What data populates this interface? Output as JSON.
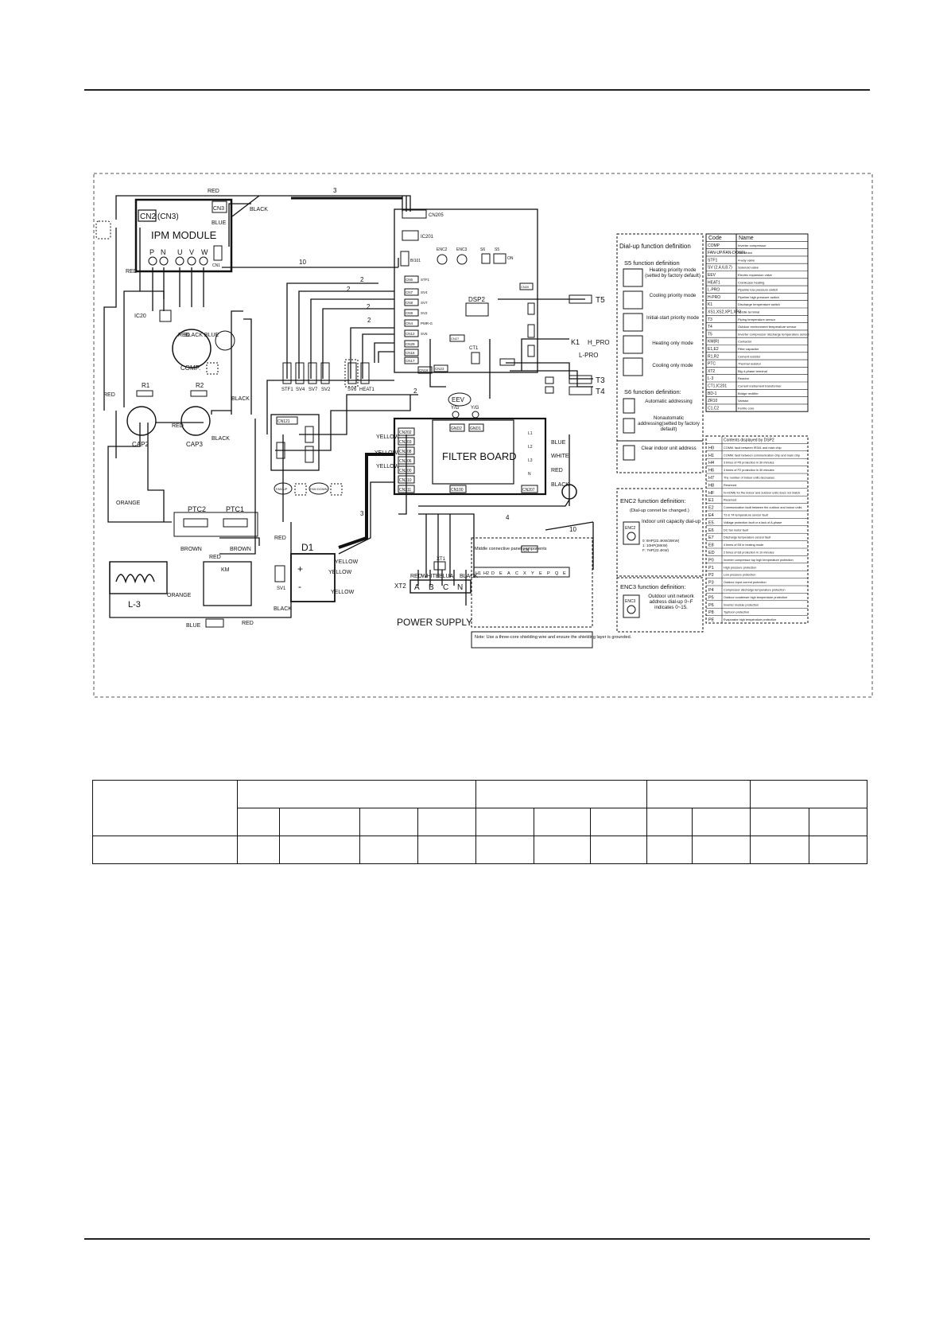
{
  "wires": {
    "red": "RED",
    "black": "BLACK",
    "blue": "BLUE",
    "white": "WHITE",
    "orange": "ORANGE",
    "brown": "BROWN",
    "yellow": "YELLOW",
    "blue_ua": "BLUA",
    "black_blue": "BLACK BLUE"
  },
  "ipm": {
    "title": "IPM MODULE",
    "cn2": "CN2",
    "cn3_paren": "(CN3)",
    "cn3": "CN3",
    "cn1": "CN1",
    "p": "P",
    "n": "N",
    "u": "U",
    "v": "V",
    "w": "W"
  },
  "wire_counts": {
    "three": "3",
    "ten": "10",
    "two": "2",
    "four": "4"
  },
  "components": {
    "comp": "COMP.",
    "cap2": "CAP2",
    "cap3": "CAP3",
    "r1": "R1",
    "r2": "R2",
    "ptc1": "PTC1",
    "ptc2": "PTC2",
    "l3": "L-3",
    "d1": "D1",
    "km": "KM",
    "ic20": "IC20",
    "t5": "T5",
    "t3": "T3",
    "t4": "T4",
    "k1": "K1",
    "h_pro": "H_PRO",
    "l_pro": "L-PRO",
    "eev": "EEV",
    "ct1": "CT1",
    "dsp2": "DSP2",
    "xt1": "XT1",
    "xt2": "XT2",
    "sv1": "SV1",
    "fan_up": "FAN UP",
    "fan_down": "FAN DOWN"
  },
  "main_board": {
    "cn205": "CN205",
    "ic201": "IC201",
    "bi101": "BI101",
    "cn20": "CN20",
    "cn27": "CN27",
    "cn6": "CN6",
    "cn7": "CN7",
    "cn8": "CN8",
    "cn9": "CN9",
    "cn4": "CN4",
    "cn12": "CN12",
    "cn16": "CN16",
    "cn17": "CN17",
    "cn18": "CN18",
    "cn23": "CN23",
    "cn29": "CN29",
    "stf1": "STF1",
    "sv4": "SV4",
    "sv7": "SV7",
    "sv2": "SV2",
    "pmr": "PMR-G",
    "sv6": "SV6",
    "heat1": "HEAT1",
    "s5": "S5",
    "s6": "S6",
    "on": "ON",
    "enc2": "ENC2",
    "enc3": "ENC3"
  },
  "coil_labels": [
    "STF1",
    "SV4",
    "SV7",
    "SV2",
    "SV6",
    "HEAT1"
  ],
  "filter_board": {
    "title": "FILTER BOARD",
    "cn202": "CN202",
    "cn203": "CN203",
    "cn208": "CN208",
    "cn206": "CN206",
    "cn200": "CN200",
    "cn210": "CN210",
    "cn211": "CN211",
    "cn207": "CN207",
    "cn100": "CN100",
    "gnd2": "GND2",
    "gnd1": "GND1",
    "yg1": "Y/G",
    "yg2": "Y/G",
    "l1": "L1",
    "l2": "L2",
    "l3": "L3",
    "n": "N",
    "cn121": "CN121"
  },
  "power": {
    "terminals": [
      "A",
      "B",
      "C",
      "N"
    ],
    "label": "POWER SUPPLY"
  },
  "comm": {
    "title": "Middle connective panel components",
    "cn": "CN",
    "terminals": [
      "H1",
      "H2",
      "D",
      "E",
      "A",
      "C",
      "X",
      "Y",
      "E",
      "P",
      "Q",
      "E"
    ],
    "note": "Note: Use a three-core shielding wire and ensure the shielding layer is grounded."
  },
  "dialup": {
    "title": "Dial-up function definition",
    "s5_title": "S5 function definition",
    "s5_items": [
      "Heating priority mode (setted by factory default)",
      "Cooling priority mode",
      "Initial-start priority mode",
      "Heating only mode",
      "Cooling only mode"
    ],
    "s6_title": "S6 function definition:",
    "s6_items": [
      "Automatic addressing",
      "Nonautomatic addressing(setted by factory default)",
      "Clear indoor unit address"
    ]
  },
  "enc2": {
    "title": "ENC2 function definition:",
    "subtitle": "(Dial-up connet be changed.)",
    "label": "ENC2",
    "desc": "Indoor unit capacity dial-up",
    "options": [
      "0: 8HP(22.4KW/28KW)",
      "1: 10HP(28KW)",
      "F: 7HP(22.4KW)"
    ]
  },
  "enc3": {
    "title": "ENC3 function definition:",
    "label": "ENC3",
    "desc": "Outdoor unit network address dial-up 0~F indicates 0~15."
  },
  "code_table": {
    "headers": [
      "Code",
      "Name"
    ],
    "rows": [
      [
        "COMP",
        "Inverter compressor"
      ],
      [
        "FAN-UP/FAN-DOWN",
        "Fan Motor"
      ],
      [
        "STF1",
        "4-way valve"
      ],
      [
        "SV (2,4,6,8,7)",
        "Solenoid valve"
      ],
      [
        "EEV",
        "Electric expansion valve"
      ],
      [
        "HEAT1",
        "Crankcase heating"
      ],
      [
        "L-PRO",
        "Pipeline low pressure switch"
      ],
      [
        "H-PRO",
        "Pipeline high pressure switch"
      ],
      [
        "K1",
        "Discharge temperature switch"
      ],
      [
        "XS1,XS2,XP1,XP2",
        "Middle terminal"
      ],
      [
        "T3",
        "Piping temperature sensor"
      ],
      [
        "T4",
        "Outdoor environment temperature sensor"
      ],
      [
        "T5",
        "Inverter compressor discharge temperature sensor"
      ],
      [
        "KM(R)",
        "Contactor"
      ],
      [
        "E1,E2",
        "Filter capacitor"
      ],
      [
        "R1,R2",
        "Cement resistor"
      ],
      [
        "PTC",
        "Thermal resistor"
      ],
      [
        "XT2",
        "Big 4-phase terminal"
      ],
      [
        "L-3",
        "Reactor"
      ],
      [
        "CT1,IC201",
        "Current instrument transformer"
      ],
      [
        "BD-1",
        "Bridge rectifier"
      ],
      [
        "ZR10",
        "Varistor"
      ],
      [
        "C1,C2",
        "Ferrite core"
      ]
    ]
  },
  "error_table": {
    "title": "Contents displayed by DSP2",
    "rows": [
      [
        "H0",
        "COMM. fault between IR341 and main chip"
      ],
      [
        "H1",
        "COMM. fault between communication chip and main chip"
      ],
      [
        "H4",
        "3 times of P6 protection in 30 minutes"
      ],
      [
        "H6",
        "3 times of P2 protection in 30 minutes"
      ],
      [
        "H7",
        "The number of indoor units decreases"
      ],
      [
        "H8",
        "Reserved"
      ],
      [
        "HF",
        "N-HOME for the indoor and outdoor units does not match"
      ],
      [
        "E1",
        "Reserved"
      ],
      [
        "E2",
        "Communication fault between the outdoor and indoor units"
      ],
      [
        "E4",
        "T3 & T4 temperature sensor fault"
      ],
      [
        "E5",
        "Voltage protection fault or a lack of A-phase"
      ],
      [
        "E6",
        "DC fan motor fault"
      ],
      [
        "E7",
        "Discharge temperature sensor fault"
      ],
      [
        "E8",
        "4 times of E8 in heating mode"
      ],
      [
        "ED",
        "2 times of E8 protection in 10 minutes"
      ],
      [
        "P0",
        "Inverter compressor top high temperature protection"
      ],
      [
        "P1",
        "High pressure protection"
      ],
      [
        "P2",
        "Low pressure protection"
      ],
      [
        "P3",
        "Outdoor input current protection"
      ],
      [
        "P4",
        "Compressor discharge temperature protection"
      ],
      [
        "P5",
        "Outdoor condenser high temperature protection"
      ],
      [
        "P6",
        "Inverter module protection"
      ],
      [
        "P8",
        "Typhoon protection"
      ],
      [
        "PE",
        "Evaporator high temperature protection"
      ]
    ]
  }
}
